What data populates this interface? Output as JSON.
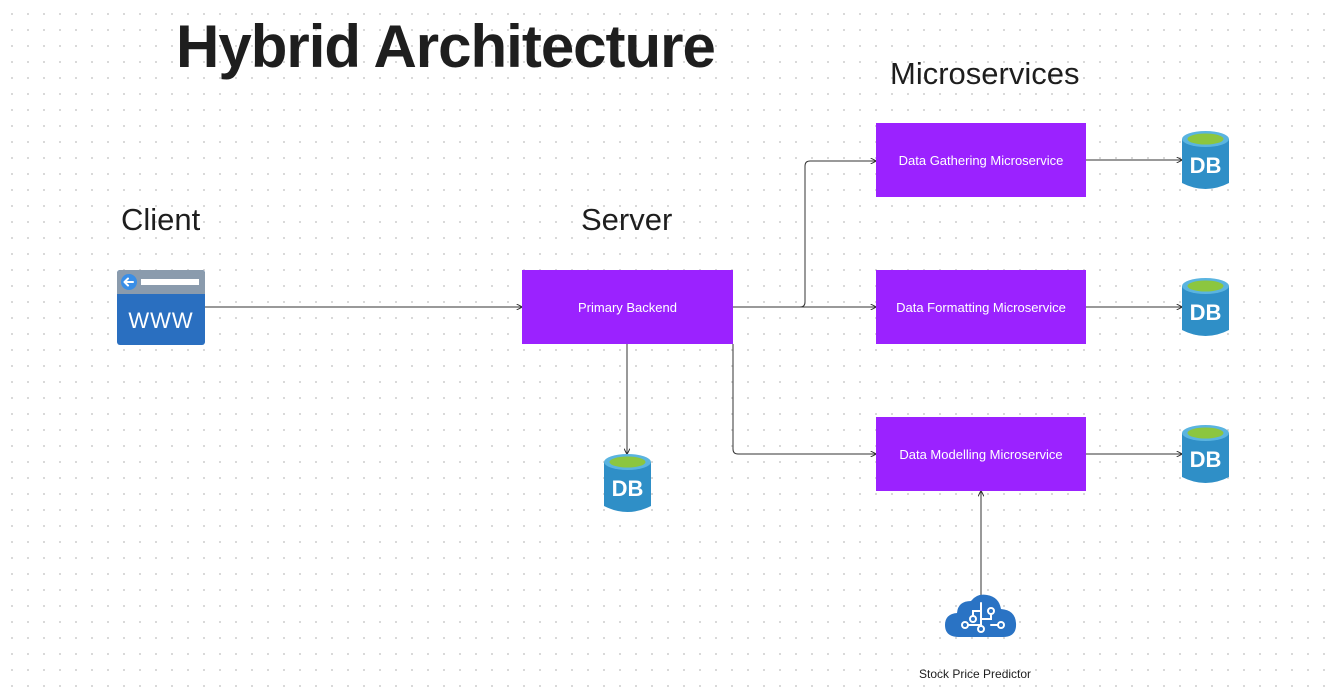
{
  "title": "Hybrid Architecture",
  "sections": {
    "client": "Client",
    "server": "Server",
    "microservices": "Microservices"
  },
  "nodes": {
    "primary_backend": "Primary Backend",
    "data_gathering": "Data Gathering Microservice",
    "data_formatting": "Data Formatting Microservice",
    "data_modelling": "Data Modelling Microservice",
    "stock_price_predictor": "Stock Price Predictor"
  },
  "icons": {
    "browser": {
      "name": "web-browser-icon",
      "text": "WWW"
    },
    "database": {
      "name": "database-icon",
      "text": "DB"
    },
    "ai": {
      "name": "cloud-ai-icon"
    }
  },
  "colors": {
    "box": "#9b22ff",
    "box_text": "#ffffff",
    "db_body": "#2f8fc7",
    "db_top": "#8cc63f",
    "browser": "#2a6fc0",
    "connector": "#333333"
  }
}
